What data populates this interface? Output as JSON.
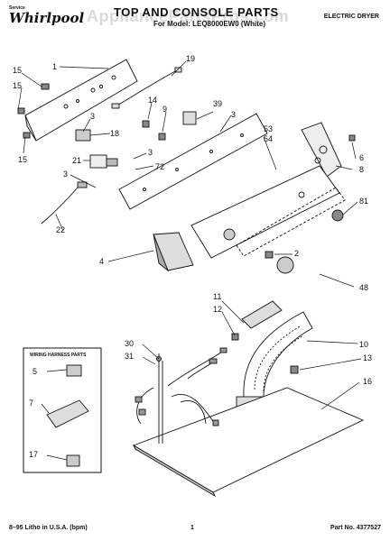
{
  "header": {
    "brand_top": "Service",
    "brand": "Whirlpool",
    "title": "TOP AND CONSOLE PARTS",
    "subtitle": "For Model: LEQ8000EW0",
    "subtitle_suffix": "(White)",
    "category": "ELECTRIC DRYER"
  },
  "watermark": "AppliancePartsPros.com",
  "inset": {
    "title": "WIRING HARNESS PARTS",
    "labels": [
      "5",
      "7",
      "17"
    ]
  },
  "callouts": [
    "1",
    "19",
    "15",
    "15",
    "15",
    "14",
    "9",
    "39",
    "3",
    "3",
    "18",
    "3",
    "72",
    "21",
    "3",
    "53",
    "54",
    "6",
    "8",
    "81",
    "22",
    "4",
    "2",
    "48",
    "11",
    "12",
    "10",
    "30",
    "31",
    "13",
    "16"
  ],
  "footer": {
    "left": "8–95 Litho in U.S.A. (bpm)",
    "page": "1",
    "part_no": "Part No. 4377527"
  },
  "colors": {
    "ink": "#111111",
    "paper": "#ffffff",
    "watermark": "#969696"
  }
}
